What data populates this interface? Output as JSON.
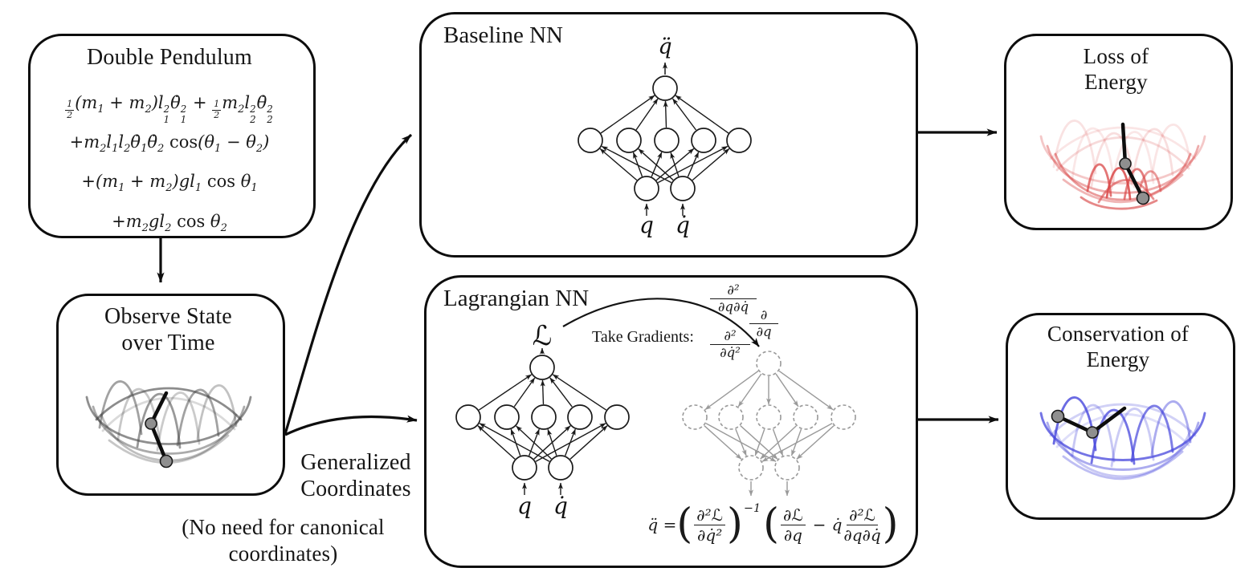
{
  "double_pendulum": {
    "title": "Double Pendulum",
    "eq_line1": "<span class='hf'><span>1</span><span>2</span></span>(m<sub>1</sub> + m<sub>2</sub>)l<span class='ss'><span>2</span><span>1</span></span>θ̇<span class='ss'><span>2</span><span>1</span></span> + <span class='hf'><span>1</span><span>2</span></span>m<sub>2</sub>l<span class='ss'><span>2</span><span>2</span></span>θ̇<span class='ss'><span>2</span><span>2</span></span>",
    "eq_line2": "+m<sub>2</sub>l<sub>1</sub>l<sub>2</sub>θ̇<sub>1</sub>θ̇<sub>2</sub> <span class='rm'>cos</span>(θ<sub>1</sub> − θ<sub>2</sub>)",
    "eq_line3": "+(m<sub>1</sub> + m<sub>2</sub>)gl<sub>1</sub> <span class='rm'>cos</span> θ<sub>1</sub>",
    "eq_line4": "+m<sub>2</sub>gl<sub>2</sub> <span class='rm'>cos</span> θ<sub>2</sub>"
  },
  "observe": {
    "title_line1": "Observe State",
    "title_line2": "over Time"
  },
  "baseline": {
    "title": "Baseline NN",
    "output_label": "q̈",
    "input_label_1": "q",
    "input_label_2": "q̇"
  },
  "lagrangian": {
    "title": "Lagrangian NN",
    "L_symbol": "ℒ",
    "take_gradients": "Take Gradients:",
    "grad1_num": "∂²",
    "grad1_den": "∂q∂q̇",
    "grad2_num": "∂",
    "grad2_den": "∂q",
    "grad3_num": "∂²",
    "grad3_den": "∂q̇²",
    "input_label_1": "q",
    "input_label_2": "q̇",
    "equation": "q̈ = <span class='bp'>(</span><span class='fr'><span>∂²ℒ</span><span>∂q̇²</span></span><span class='bp'>)</span><span class='exp'>−1</span><span class='bp'>(</span><span class='fr'><span>∂ℒ</span><span>∂q</span></span><span class='mo'>−</span>q̇<span class='fr'><span>∂²ℒ</span><span>∂q∂q̇</span></span><span class='bp'>)</span>"
  },
  "loss": {
    "title_line1": "Loss of",
    "title_line2": "Energy"
  },
  "conservation": {
    "title_line1": "Conservation of",
    "title_line2": "Energy"
  },
  "labels": {
    "generalized_line1": "Generalized",
    "generalized_line2": "Coordinates",
    "no_need_line1": "(No need for canonical",
    "no_need_line2": "coordinates)"
  },
  "colors": {
    "stroke": "#0d0d0d",
    "ghost_gray": "#9a9a9a",
    "trace_gray": "#454545",
    "loss_red": "#d94848",
    "conservation_blue": "#4646dc",
    "bob_fill": "#8f8f8f"
  }
}
